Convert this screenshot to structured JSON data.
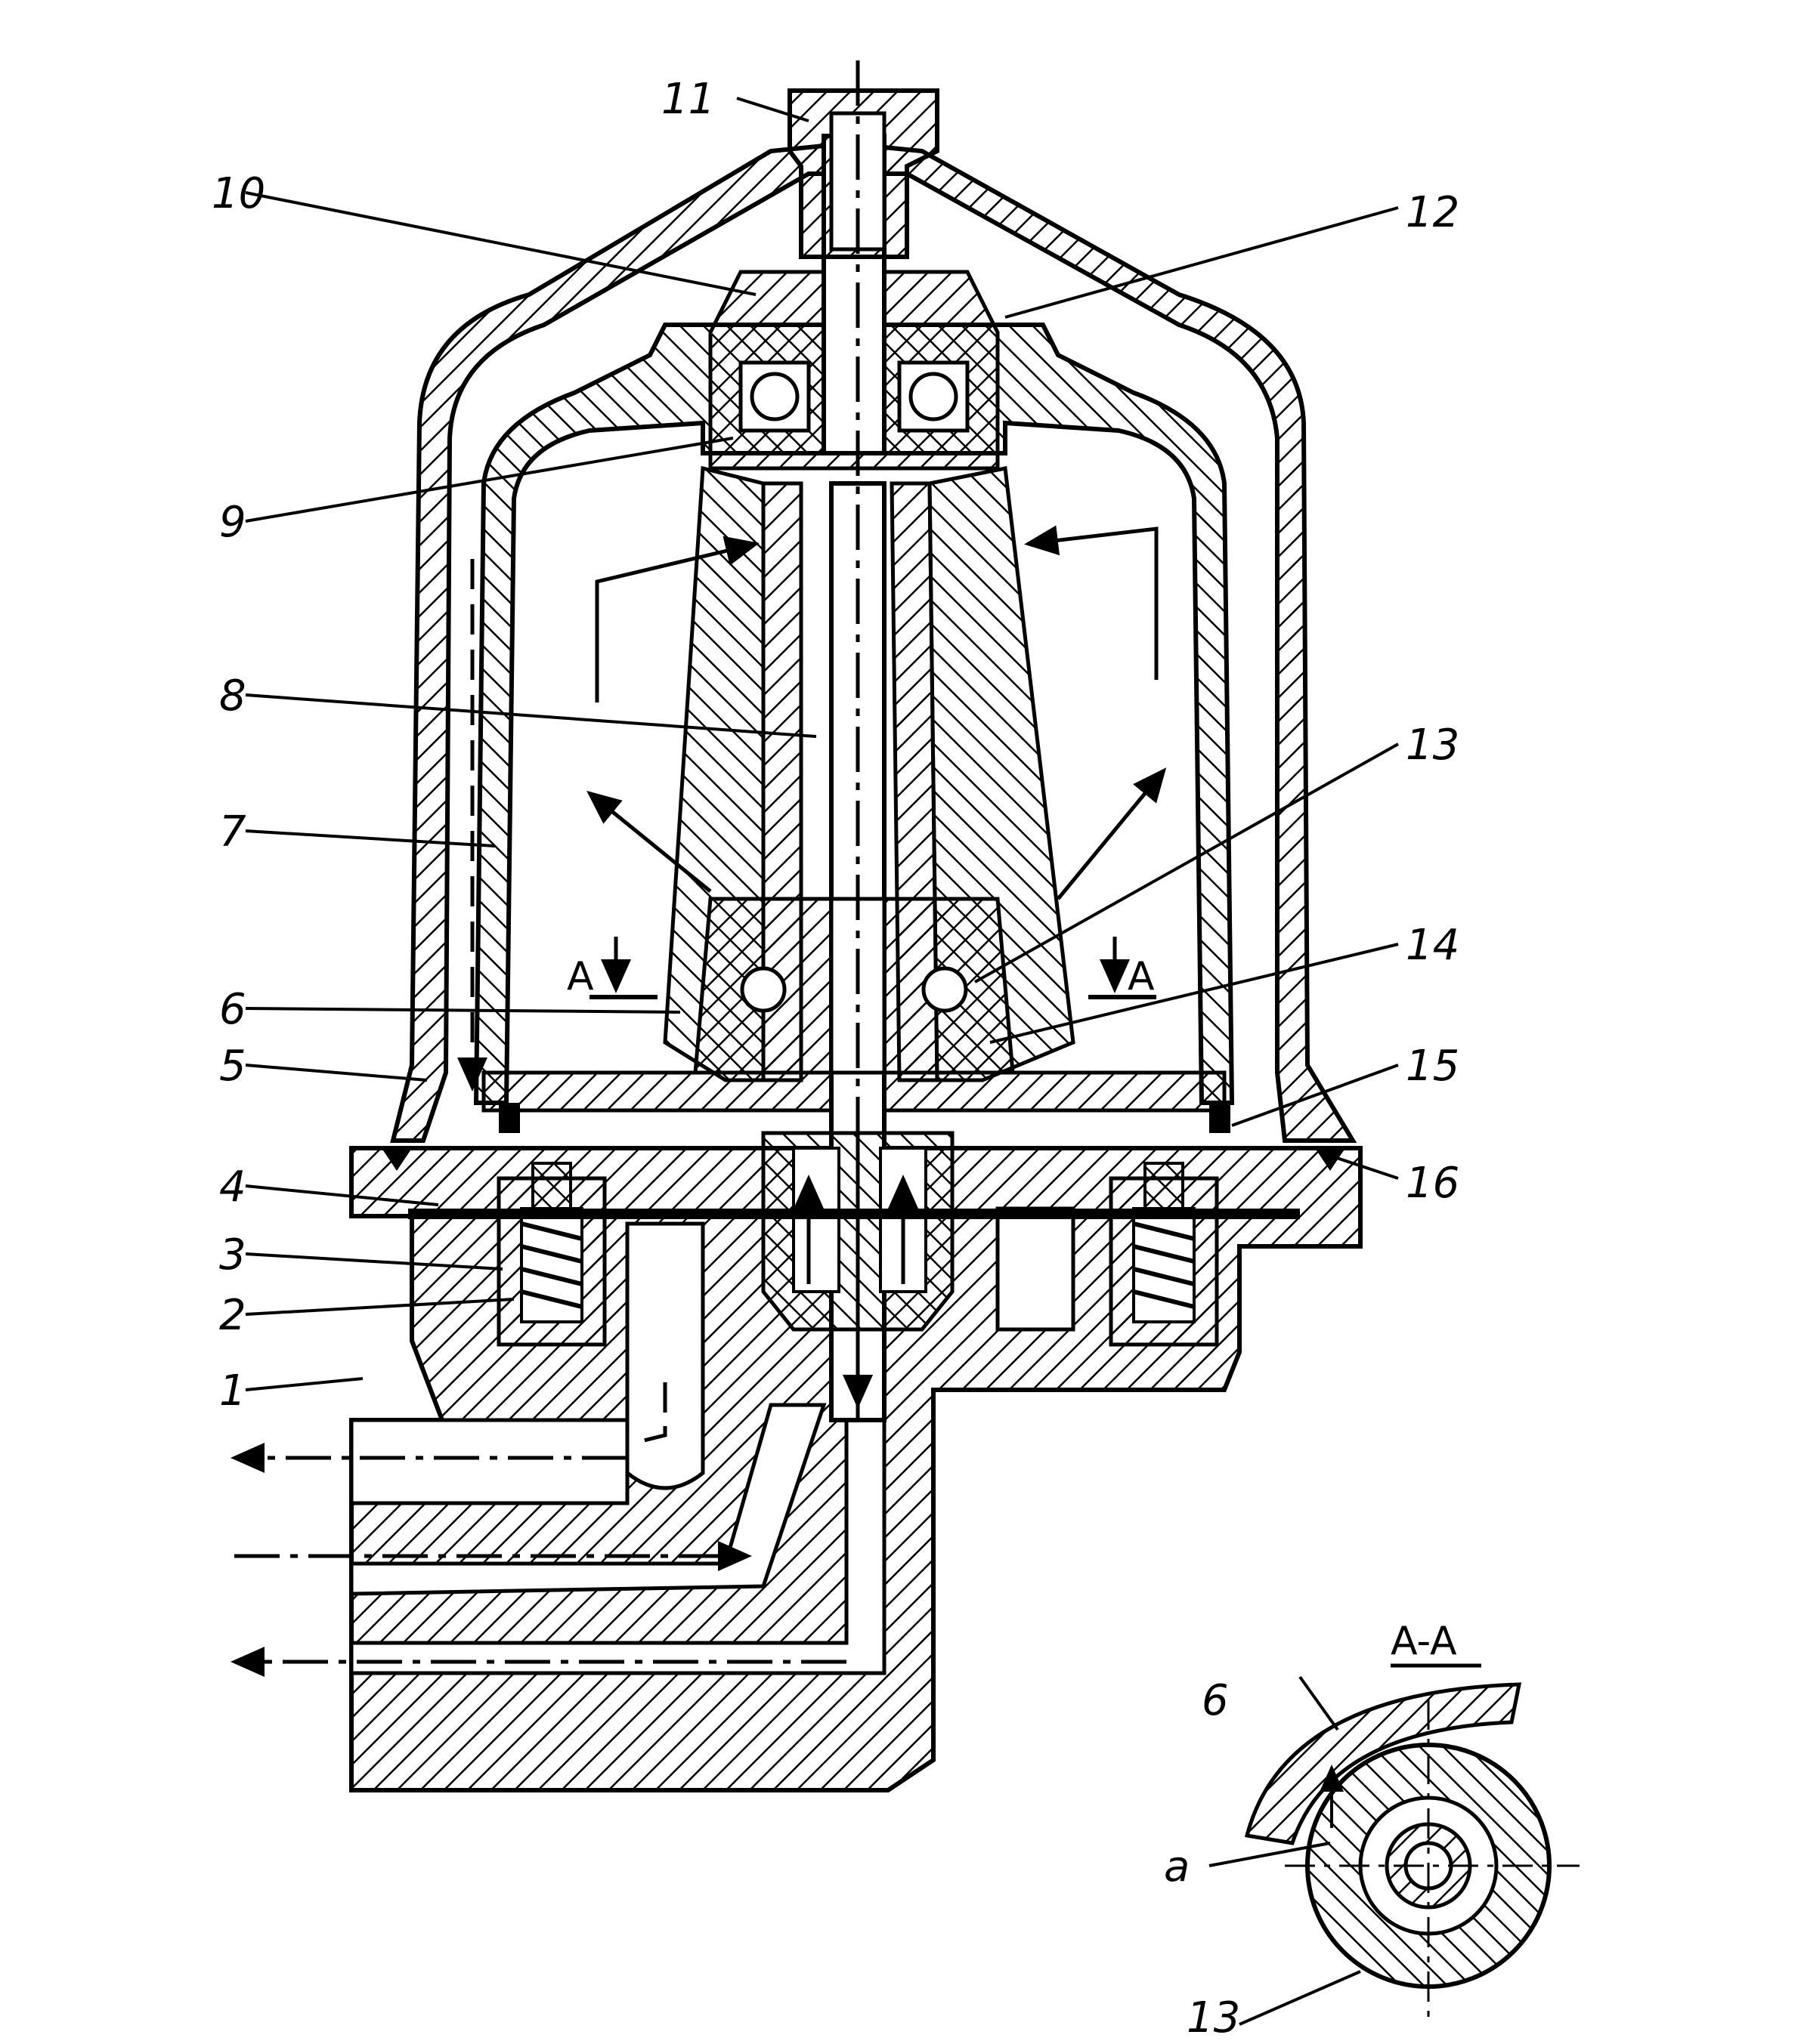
{
  "labels": {
    "l1": "1",
    "l2": "2",
    "l3": "3",
    "l4": "4",
    "l5": "5",
    "l6": "6",
    "l7": "7",
    "l8": "8",
    "l9": "9",
    "l10": "10",
    "l11": "11",
    "l12": "12",
    "l13": "13",
    "l14": "14",
    "l15": "15",
    "l16": "16"
  },
  "section": {
    "mark_left": "A",
    "mark_right": "A",
    "title": "A-A",
    "label_6": "6",
    "label_a": "a",
    "label_13": "13"
  }
}
